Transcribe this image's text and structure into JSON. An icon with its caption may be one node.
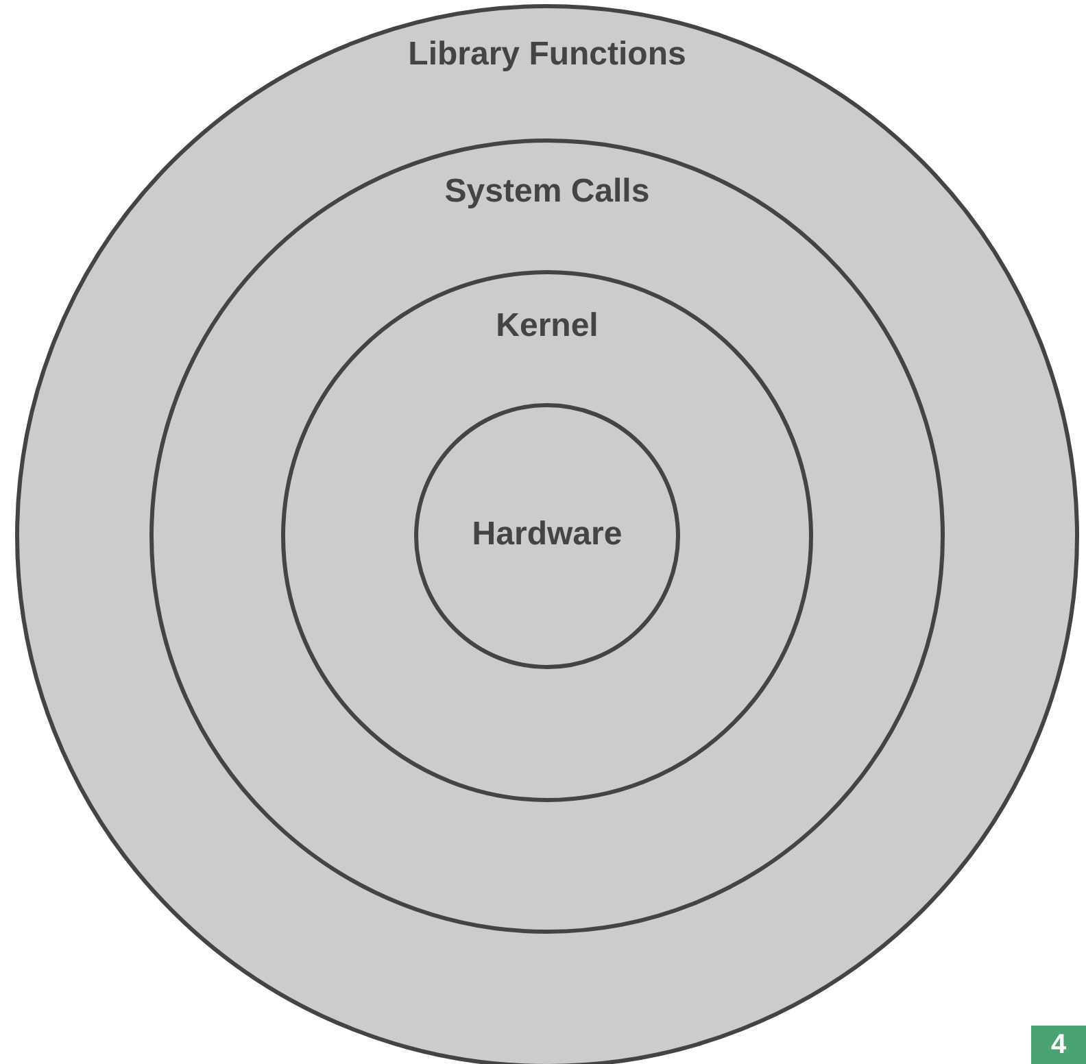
{
  "diagram": {
    "nodes": [
      {
        "text": [
          "Library Functions"
        ]
      },
      {
        "text": [
          "System Calls"
        ],
        "in": 0
      },
      {
        "text": [
          "Kernel"
        ],
        "in": 1
      },
      {
        "text": [
          "Hardware"
        ],
        "in": 2
      }
    ],
    "labels": [
      "4"
    ]
  }
}
